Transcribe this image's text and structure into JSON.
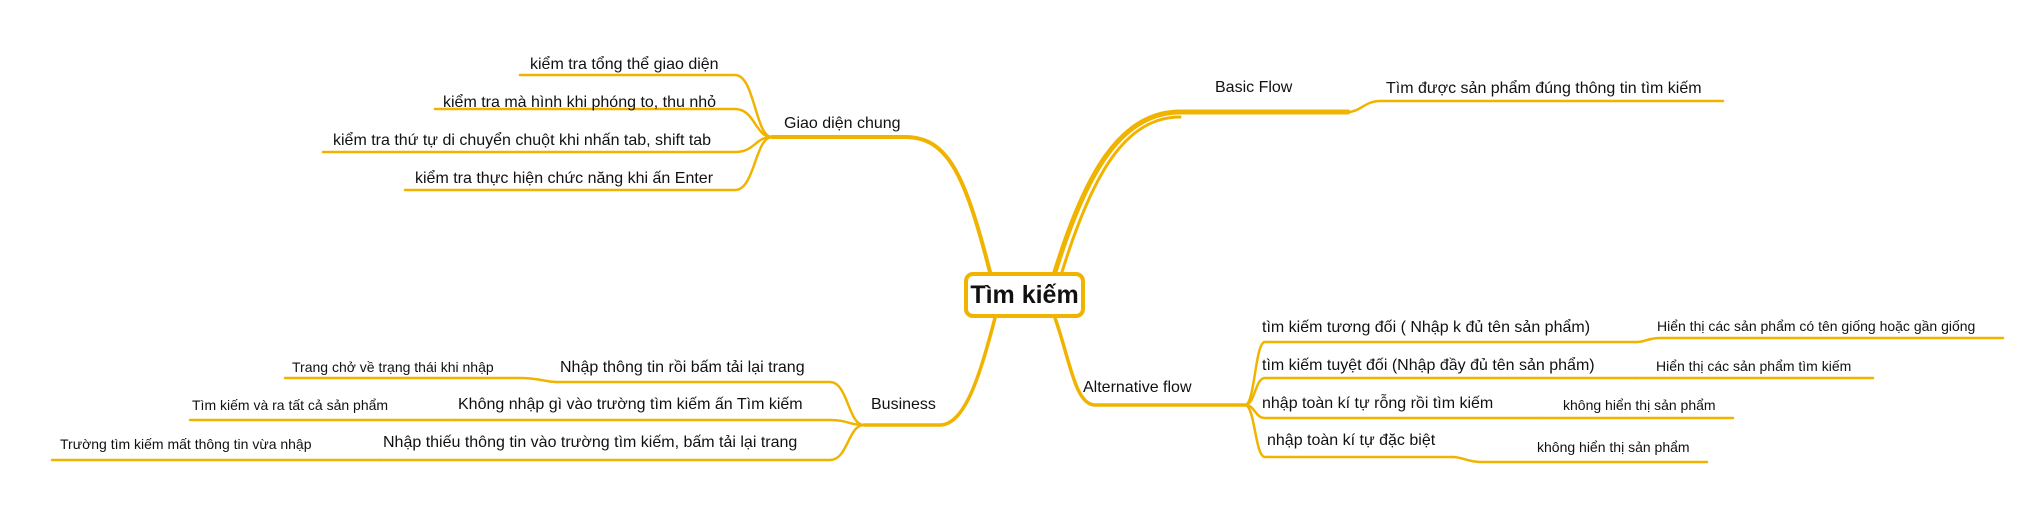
{
  "colors": {
    "branch": "#f0b400",
    "text": "#111111"
  },
  "root": {
    "label": "Tìm kiếm"
  },
  "branches": {
    "basic_flow": {
      "label": "Basic Flow",
      "items": [
        "Tìm được sản phẩm đúng thông tin tìm kiếm"
      ]
    },
    "giao_dien": {
      "label": "Giao diện chung",
      "items": [
        "kiểm tra tổng thể giao diện",
        "kiểm tra mà hình khi phóng to, thu nhỏ",
        "kiểm tra thứ tự di chuyển chuột khi nhấn tab, shift tab",
        "kiểm tra thực hiện chức năng khi ấn Enter"
      ]
    },
    "alternative": {
      "label": "Alternative flow",
      "items": [
        {
          "label": "tìm kiếm tương đối ( Nhập k đủ tên sản phẩm)",
          "result": "Hiển thị các sản phẩm có tên giống hoặc gần giống"
        },
        {
          "label": "tìm kiếm tuyệt đối (Nhập đầy đủ tên sản phẩm)",
          "result": "Hiển thị các sản phẩm tìm kiếm"
        },
        {
          "label": "nhập toàn kí tự rỗng rồi tìm kiếm",
          "result": "không hiển thị sản phẩm"
        },
        {
          "label": "nhập toàn kí tự đặc biệt",
          "result": "không hiển thị sản phẩm"
        }
      ]
    },
    "business": {
      "label": "Business",
      "items": [
        {
          "label": "Nhập thông tin rồi bấm tải lại trang",
          "result": "Trang chở về trạng thái khi nhập"
        },
        {
          "label": "Không nhập gì vào trường tìm kiếm ấn Tìm kiếm",
          "result": "Tìm kiếm và ra tất cả sản phẩm"
        },
        {
          "label": "Nhập thiếu thông tin vào trường tìm kiếm,  bấm tải lại trang",
          "result": "Trường tìm kiếm mất thông tin vừa nhập"
        }
      ]
    }
  }
}
